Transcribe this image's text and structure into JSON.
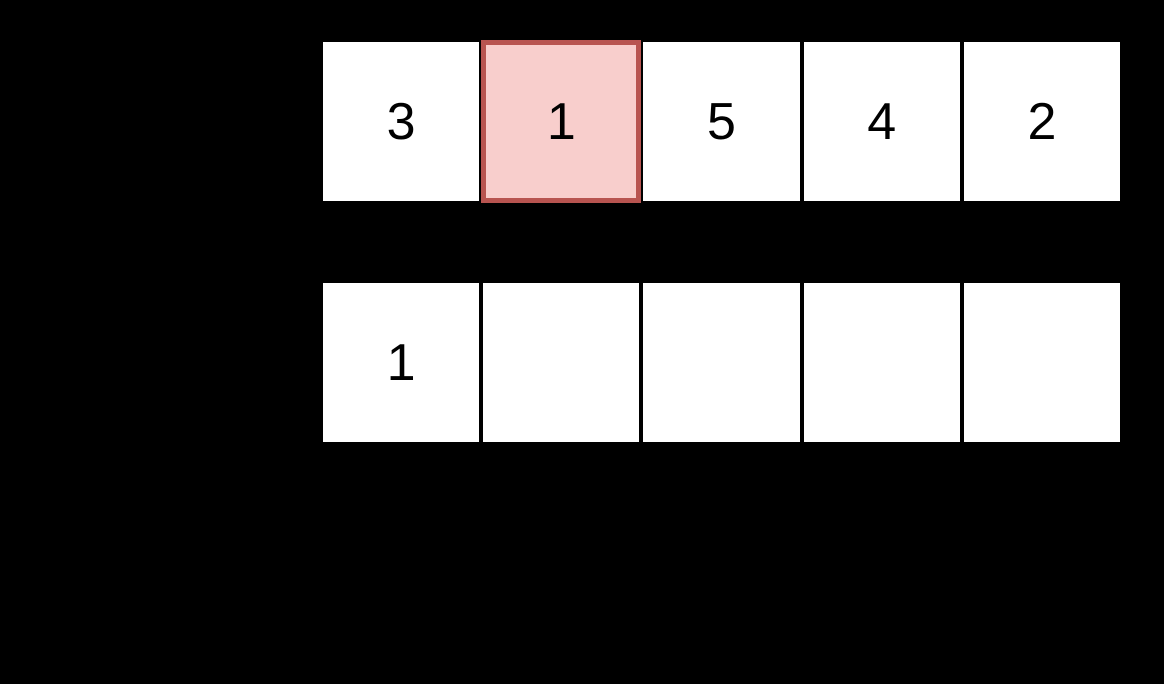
{
  "diagram": {
    "description": "Two horizontal 5-cell array diagrams on a black background; one cell of the top array is highlighted in red/pink.",
    "colors": {
      "background": "#000000",
      "cell_fill": "#ffffff",
      "cell_text": "#000000",
      "highlight_fill": "#f8cecc",
      "highlight_border": "#b85450"
    },
    "rows": [
      {
        "name": "top-array",
        "cells": [
          {
            "value": "3",
            "highlighted": false
          },
          {
            "value": "1",
            "highlighted": true
          },
          {
            "value": "5",
            "highlighted": false
          },
          {
            "value": "4",
            "highlighted": false
          },
          {
            "value": "2",
            "highlighted": false
          }
        ]
      },
      {
        "name": "bottom-array",
        "cells": [
          {
            "value": "1",
            "highlighted": false
          },
          {
            "value": "",
            "highlighted": false
          },
          {
            "value": "",
            "highlighted": false
          },
          {
            "value": "",
            "highlighted": false
          },
          {
            "value": "",
            "highlighted": false
          }
        ]
      }
    ]
  }
}
